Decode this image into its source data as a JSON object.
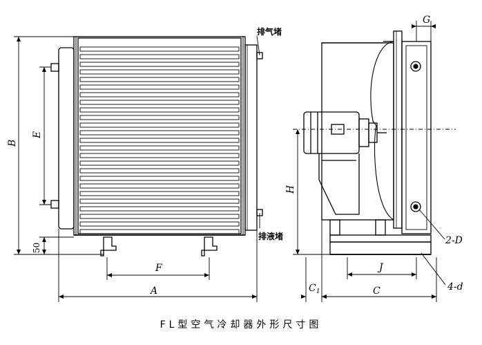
{
  "caption": "FL型空气冷却器外形尺寸图",
  "callouts": {
    "vent_top": "排气堵",
    "drain_bottom": "排液堵",
    "holes_2D": "2-D",
    "holes_4d": "4-d"
  },
  "dims": {
    "A": "A",
    "B": "B",
    "E": "E",
    "F": "F",
    "H": "H",
    "J": "J",
    "G": "G",
    "C": "C",
    "C1_base": "C",
    "C1_sub": "1",
    "fifty": "50"
  }
}
